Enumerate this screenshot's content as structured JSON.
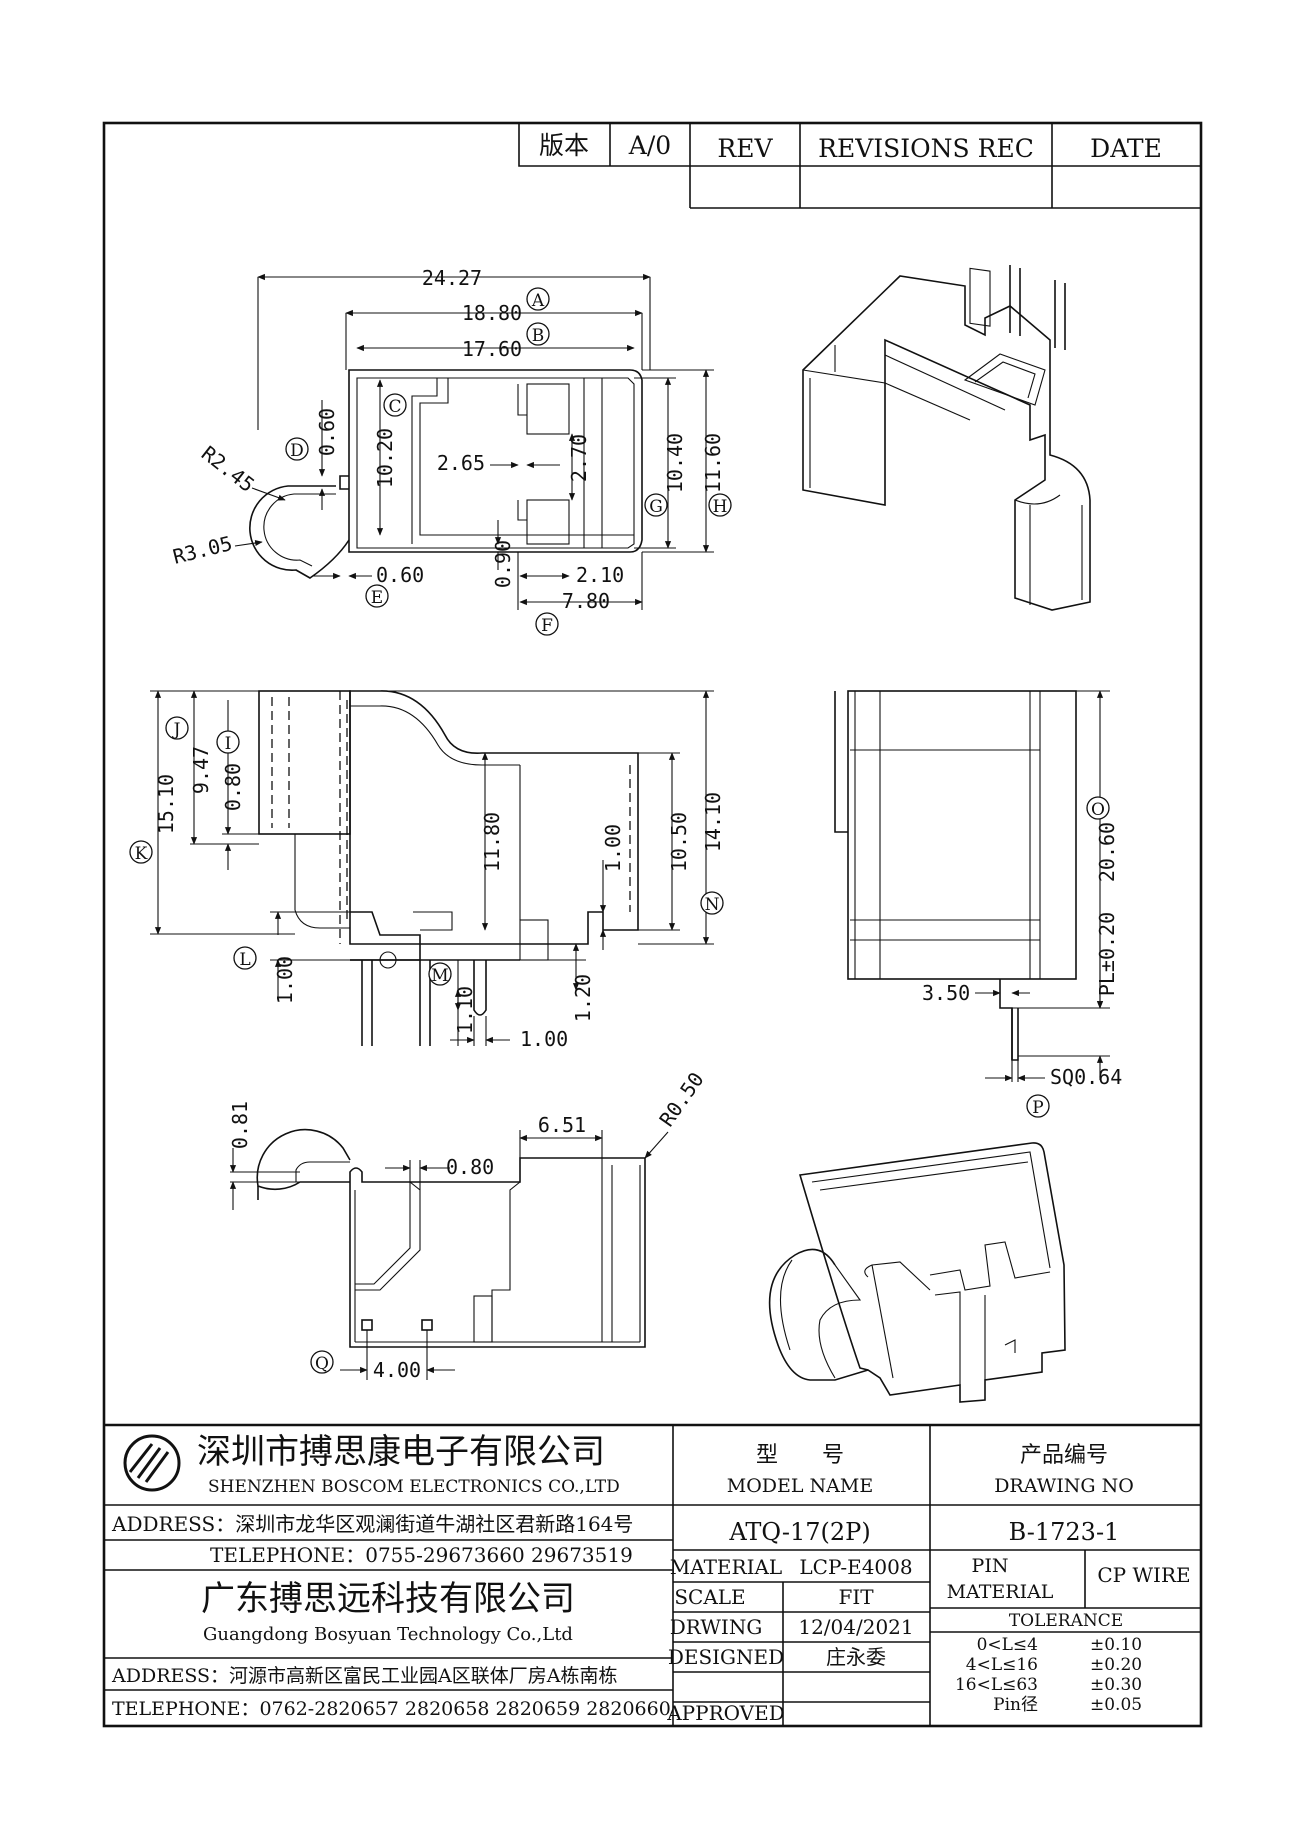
{
  "revision_block": {
    "version_label": "版本",
    "version_value": "A/0",
    "rev_header": "REV",
    "revisions_header": "REVISIONS REC",
    "date_header": "DATE"
  },
  "dimensions": {
    "d_24_27": "24.27",
    "d_18_80": "18.80",
    "d_17_60": "17.60",
    "d_0_60a": "0.60",
    "d_10_20": "10.20",
    "d_2_65": "2.65",
    "d_2_70": "2.70",
    "d_10_40": "10.40",
    "d_11_60": "11.60",
    "d_r2_45": "R2.45",
    "d_r3_05": "R3.05",
    "d_0_60b": "0.60",
    "d_0_90": "0.90",
    "d_2_10": "2.10",
    "d_7_80": "7.80",
    "d_15_10": "15.10",
    "d_9_47": "9.47",
    "d_0_80a": "0.80",
    "d_11_80": "11.80",
    "d_1_00a": "1.00",
    "d_10_50": "10.50",
    "d_14_10": "14.10",
    "d_1_00b": "1.00",
    "d_1_10": "1.10",
    "d_1_00c": "1.00",
    "d_1_20": "1.20",
    "d_20_60": "20.60",
    "d_pl": "PL±0.20",
    "d_3_50": "3.50",
    "d_sq": "SQ0.64",
    "d_0_81": "0.81",
    "d_0_80b": "0.80",
    "d_6_51": "6.51",
    "d_r0_50": "R0.50",
    "d_4_00": "4.00"
  },
  "markers": {
    "A": "A",
    "B": "B",
    "C": "C",
    "D": "D",
    "E": "E",
    "F": "F",
    "G": "G",
    "H": "H",
    "I": "I",
    "J": "J",
    "K": "K",
    "L": "L",
    "M": "M",
    "N": "N",
    "O": "O",
    "P": "P",
    "Q": "Q"
  },
  "title_block": {
    "company_cn": "深圳市搏思康电子有限公司",
    "company_en": "SHENZHEN BOSCOM ELECTRONICS CO.,LTD",
    "address_1": "ADDRESS：深圳市龙华区观澜街道牛湖社区君新路164号",
    "telephone_1": "TELEPHONE：0755-29673660 29673519",
    "company2_cn": "广东搏思远科技有限公司",
    "company2_en": "Guangdong Bosyuan Technology Co.,Ltd",
    "address_2": "ADDRESS：河源市高新区富民工业园A区联体厂房A栋南栋",
    "telephone_2": "TELEPHONE：0762-2820657 2820658 2820659 2820660",
    "model_label_cn": "型　　号",
    "model_label_en": "MODEL NAME",
    "model_value": "ATQ-17(2P)",
    "drawing_label_cn": "产品编号",
    "drawing_label_en": "DRAWING NO",
    "drawing_value": "B-1723-1",
    "material_label": "MATERIAL",
    "material_value": "LCP-E4008",
    "pin_material_label_1": "PIN",
    "pin_material_label_2": "MATERIAL",
    "pin_material_value": "CP WIRE",
    "scale_label": "SCALE",
    "scale_value": "FIT",
    "drawing_date_label": "DRWING",
    "drawing_date_value": "12/04/2021",
    "designed_label": "DESIGNED",
    "designed_value": "庄永委",
    "approved_label": "APPROVED",
    "tolerance_label": "TOLERANCE",
    "tolerances": [
      {
        "range": "0<L≤4",
        "value": "±0.10"
      },
      {
        "range": "4<L≤16",
        "value": "±0.20"
      },
      {
        "range": "16<L≤63",
        "value": "±0.30"
      },
      {
        "range": "Pin径",
        "value": "±0.05"
      }
    ]
  }
}
